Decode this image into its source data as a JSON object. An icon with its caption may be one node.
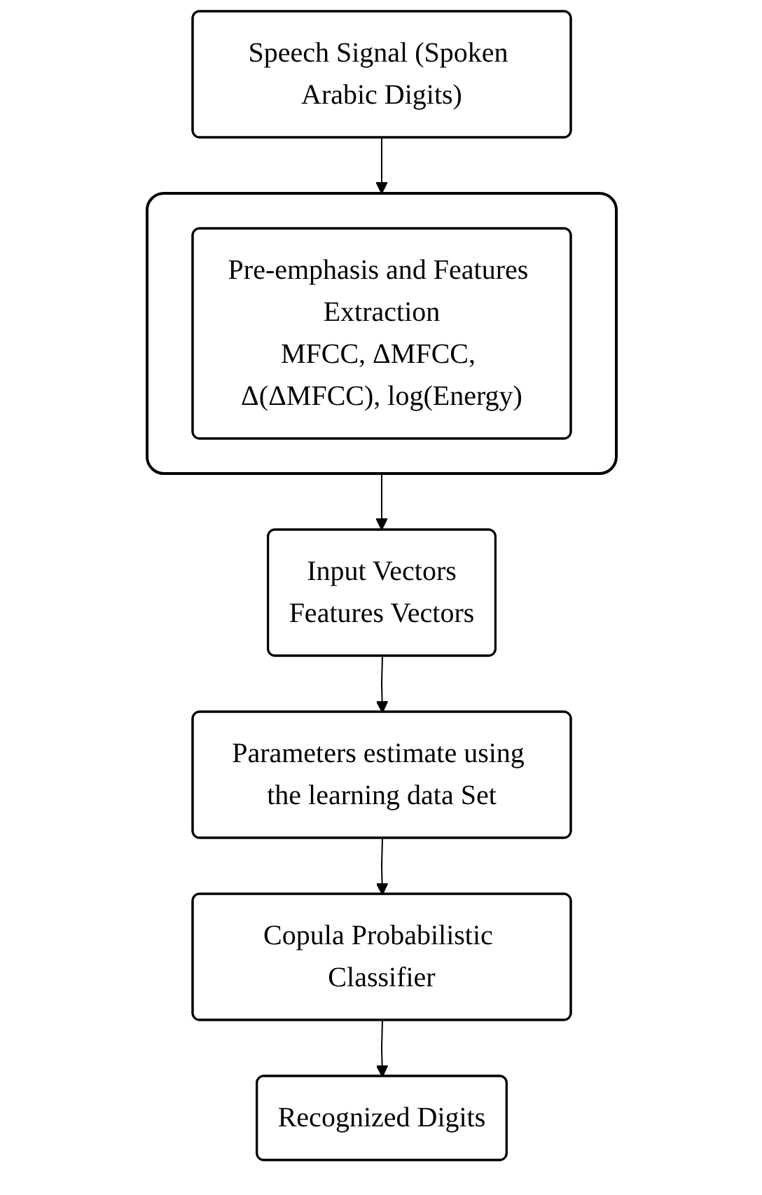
{
  "diagram": {
    "nodes": [
      {
        "text": [
          "Speech Signal (Spoken Arabic Digits)"
        ]
      },
      {
        "text": [],
        "shape": "box"
      },
      {
        "text": [
          "Pre-emphasis and Features Extraction",
          "MFCC, ΔMFCC, Δ(ΔMFCC), log(Energy)"
        ],
        "in": 1
      },
      {
        "text": [
          "Input Vectors",
          "Features Vectors"
        ]
      },
      {
        "text": [
          "Parameters estimate using the learning data Set"
        ]
      },
      {
        "text": [
          "Copula Probabilistic Classifier"
        ]
      },
      {
        "text": [
          "Recognized Digits"
        ]
      }
    ],
    "edges": [
      {
        "from": 0,
        "to": 1,
        "arrow": "to"
      },
      {
        "from": 1,
        "to": 3,
        "arrow": "to"
      },
      {
        "from": 3,
        "to": 4,
        "arrow": "to"
      },
      {
        "from": 4,
        "to": 5,
        "arrow": "to"
      },
      {
        "from": 5,
        "to": 6,
        "arrow": "to"
      }
    ]
  }
}
